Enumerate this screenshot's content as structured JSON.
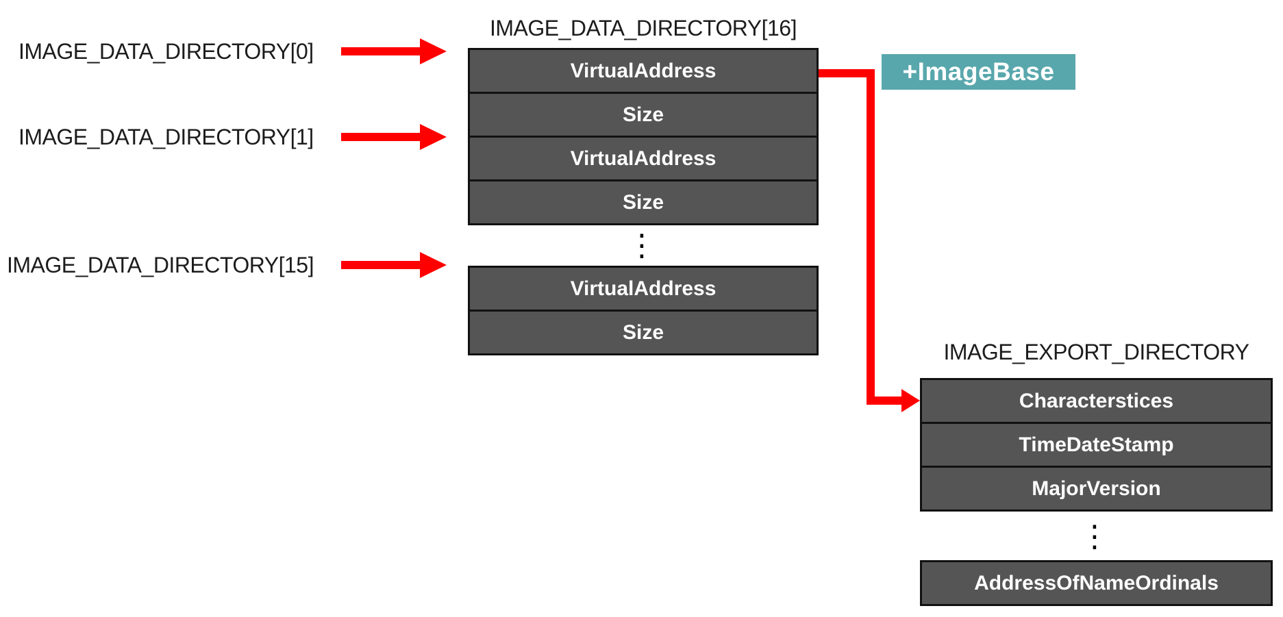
{
  "labels": [
    {
      "text": "IMAGE_DATA_DIRECTORY[0]"
    },
    {
      "text": "IMAGE_DATA_DIRECTORY[1]"
    },
    {
      "text": "IMAGE_DATA_DIRECTORY[15]"
    }
  ],
  "data_directory_table": {
    "title": "IMAGE_DATA_DIRECTORY[16]",
    "block_a_rows": [
      "VirtualAddress",
      "Size",
      "VirtualAddress",
      "Size"
    ],
    "ellipsis": "⋮",
    "block_b_rows": [
      "VirtualAddress",
      "Size"
    ]
  },
  "image_base_chip": {
    "label": "+ImageBase"
  },
  "export_table": {
    "title": "IMAGE_EXPORT_DIRECTORY",
    "rows": [
      "Characterstices",
      "TimeDateStamp",
      "MajorVersion"
    ],
    "ellipsis": "⋮",
    "last_row": "AddressOfNameOrdinals"
  },
  "colors": {
    "row_fill": "#555555",
    "row_border": "#111111",
    "arrow_red": "#ff0000",
    "chip_teal": "#58a7ac",
    "text_dark": "#1c1c1c",
    "row_text": "#ffffff",
    "dots": "#000000",
    "bg": "#ffffff"
  }
}
